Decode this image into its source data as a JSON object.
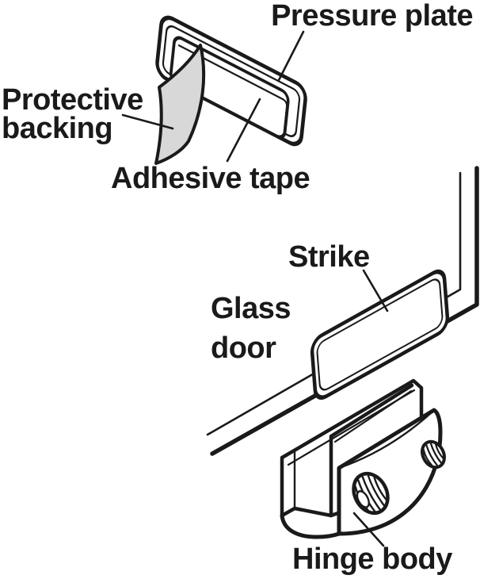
{
  "figure": {
    "background_color": "#ffffff",
    "line_color": "#1a1a1a",
    "backing_fill_color": "#d8d8d8",
    "labels": {
      "pressure_plate": "Pressure plate",
      "protective_backing": [
        "Protective",
        "backing"
      ],
      "adhesive_tape": "Adhesive tape",
      "strike": "Strike",
      "glass_door": [
        "Glass",
        "door"
      ],
      "hinge_body": "Hinge body"
    }
  }
}
